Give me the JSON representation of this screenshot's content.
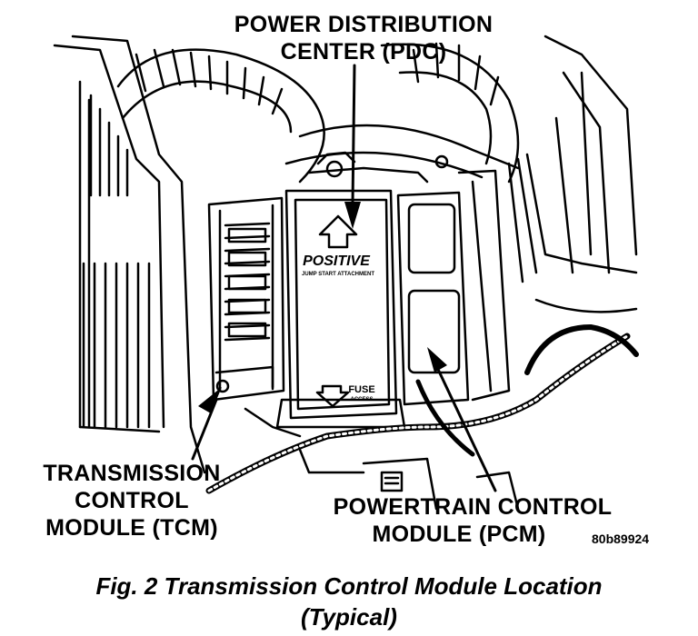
{
  "labels": {
    "pdc": {
      "line1": "POWER DISTRIBUTION",
      "line2": "CENTER (PDC)"
    },
    "tcm": {
      "line1": "TRANSMISSION",
      "line2": "CONTROL",
      "line3": "MODULE (TCM)"
    },
    "pcm": {
      "line1": "POWERTRAIN CONTROL",
      "line2": "MODULE (PCM)"
    }
  },
  "panel": {
    "positive": "POSITIVE",
    "jump_start": "JUMP START ATTACHMENT",
    "fuse": "FUSE",
    "fuse_access": "ACCESS"
  },
  "image_code": "80b89924",
  "caption": {
    "line1": "Fig. 2 Transmission Control Module Location",
    "line2": "(Typical)"
  }
}
